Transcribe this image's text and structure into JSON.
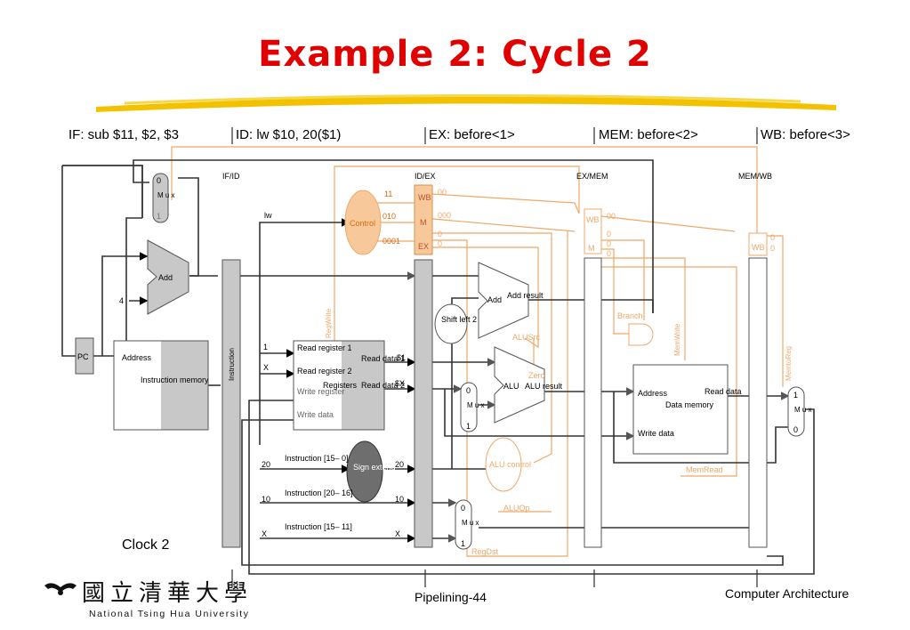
{
  "title": "Example 2: Cycle 2",
  "stages": {
    "if": "IF: sub $11, $2, $3",
    "id": "ID: lw $10, 20($1)",
    "ex": "EX: before<1>",
    "mem": "MEM: before<2>",
    "wb": "WB: before<3>"
  },
  "pipeline_regs": {
    "ifid": "IF/ID",
    "idex": "ID/EX",
    "exmem": "EX/MEM",
    "memwb": "MEM/WB"
  },
  "units": {
    "mux": "M u x",
    "mux_0": "0",
    "mux_1": "1",
    "add": "Add",
    "four": "4",
    "pc": "PC",
    "imem_address": "Address",
    "imem_label": "Instruction memory",
    "instruction": "Instruction",
    "control": "Control",
    "lw": "lw",
    "shift": "Shift left 2",
    "add_result": "Add result",
    "alu": "ALU",
    "alu_result": "ALU result",
    "zero": "Zero",
    "alusrc": "ALUSrc",
    "alu_control": "ALU control",
    "aluop": "ALUOp",
    "regdst": "RegDst",
    "branch": "Branch",
    "memwrite": "MemWrite",
    "memread": "MemRead",
    "memtoreg": "MemtoReg",
    "regwrite": "RegWrite",
    "sign_extend": "Sign extend",
    "dmem_address": "Address",
    "dmem_label": "Data memory",
    "read_data": "Read data",
    "write_data": "Write data"
  },
  "registers": {
    "read_reg1": "Read register 1",
    "read_reg2": "Read register 2",
    "write_reg": "Write register",
    "write_data": "Write data",
    "label": "Registers",
    "read_data1": "Read data 1",
    "read_data2": "Read data 2"
  },
  "fields": {
    "f15_0": "Instruction [15– 0]",
    "f20_16": "Instruction [20– 16]",
    "f15_11": "Instruction [15– 11]"
  },
  "signals": {
    "ctl_wb": "11",
    "ctl_m": "010",
    "ctl_ex": "0001",
    "wb": "WB",
    "m": "M",
    "ex": "EX",
    "ex_wb": "00",
    "ex_m": "000",
    "ex_ex0": "0",
    "ex_ex1": "0",
    "mem_wb": "00",
    "mem_m0": "0",
    "mem_m1": "0",
    "mem_m2": "0",
    "wb_0": "0",
    "wb_1": "0",
    "rs": "1",
    "rt": "X",
    "rd1": "$1",
    "rd2": "$X",
    "imm_in": "20",
    "imm_out": "20",
    "rt_in": "10",
    "rt_out": "10",
    "rd_in": "X",
    "rd_out": "X"
  },
  "clock": "Clock 2",
  "footer": {
    "page": "Pipelining-44",
    "course": "Computer Architecture",
    "univ_cn": "國立清華大學",
    "univ_en": "National Tsing Hua University"
  },
  "colors": {
    "title": "#e00000",
    "control_fill": "#f7c99a",
    "control_line": "#f0a868",
    "brush": "#f2c200"
  }
}
